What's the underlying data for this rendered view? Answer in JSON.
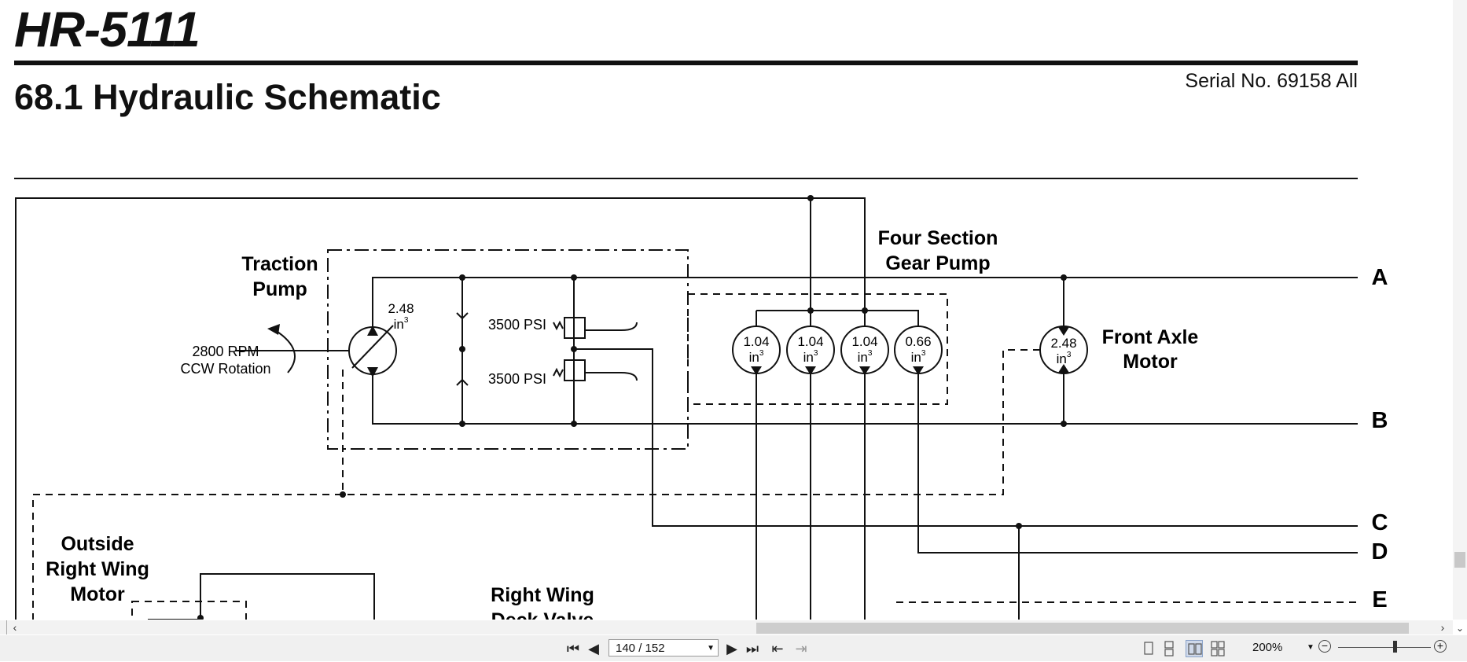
{
  "document": {
    "model": "HR-5111",
    "section_title": "68.1 Hydraulic Schematic",
    "serial": "Serial No. 69158 All"
  },
  "schematic": {
    "traction_pump_label": [
      "Traction",
      "Pump"
    ],
    "traction_pump_displacement": "2.48",
    "unit": "in",
    "unit_exp": "3",
    "rpm": "2800 RPM",
    "rotation": "CCW Rotation",
    "relief_upper": "3500 PSI",
    "relief_lower": "3500 PSI",
    "gear_pump_label": [
      "Four Section",
      "Gear Pump"
    ],
    "gear_sections": [
      "1.04",
      "1.04",
      "1.04",
      "0.66"
    ],
    "front_axle_motor_label": [
      "Front Axle",
      "Motor"
    ],
    "front_axle_displacement": "2.48",
    "outside_motor_label": [
      "Outside",
      "Right Wing",
      "Motor"
    ],
    "deck_valve_label": [
      "Right Wing",
      "Deck Valve"
    ],
    "line_letters": [
      "A",
      "B",
      "C",
      "D",
      "E"
    ]
  },
  "toolbar": {
    "page_indicator": "140 / 152",
    "zoom": "200%",
    "icons": [
      "first-page-icon",
      "previous-page-icon",
      "next-page-icon",
      "last-page-icon",
      "previous-view-icon",
      "next-view-icon",
      "single-page-icon",
      "continuous-icon",
      "facing-icon",
      "continuous-facing-icon",
      "zoom-out-icon",
      "zoom-in-icon"
    ]
  }
}
